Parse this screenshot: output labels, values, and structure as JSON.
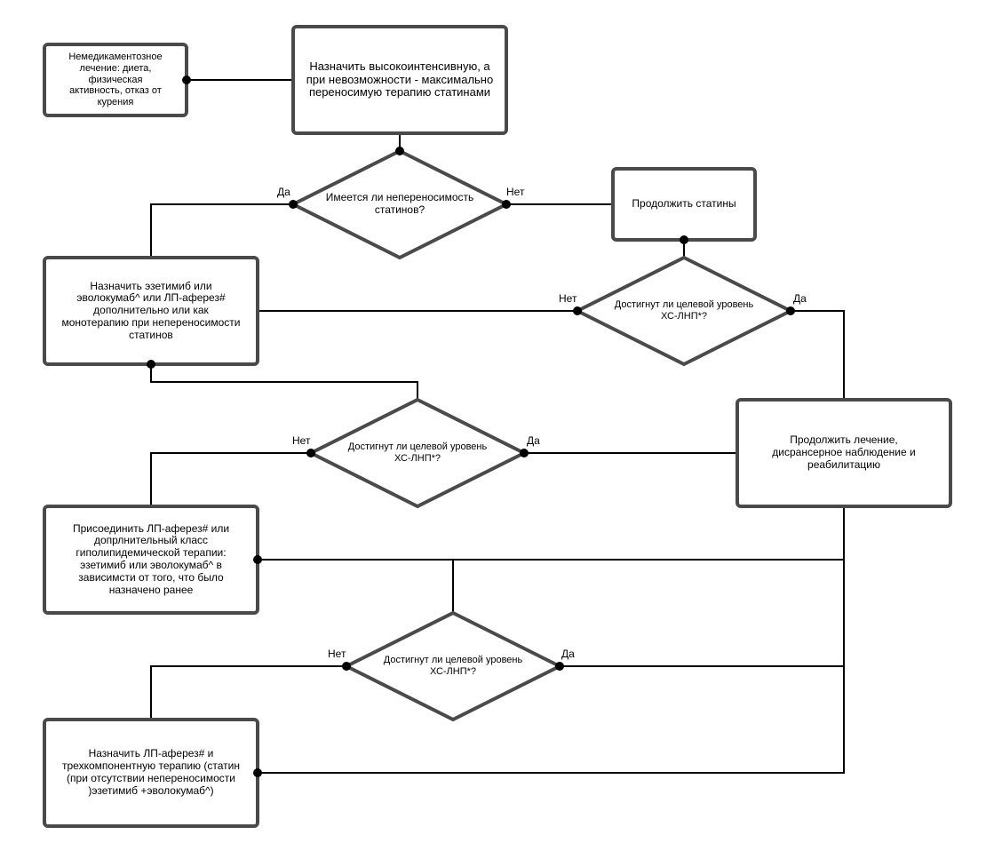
{
  "nodes": {
    "nondrug": "Немедикаментозное\nлечение: диета,\nфизическая\nактивность, отказ от\nкурения",
    "statins": "Назначить высокоинтенсивную, а\nпри невозможности - максимально\nпереносимую терапию статинами",
    "intolerance_q": "Имеется ли непереносимость\nстатинов?",
    "continue_statins": "Продолжить статины",
    "ezetimibe": "Назначить эзетимиб или\nэволокумаб^ или ЛП-аферез#\nдополнительно или как\nмонотерапию при непереносимости\nстатинов",
    "target_q1": "Достигнут ли целевой уровень\nХС-ЛНП*?",
    "target_q2": "Достигнут ли целевой уровень\nХС-ЛНП*?",
    "continue_treatment": "Продолжить лечение,\nдисрансерное наблюдение и\nреабилитацию",
    "add_class": "Присоединить ЛП-аферез# или\nдопрлнительный класс\nгиполипидемической терапии:\nэзетимиб или эволокумаб^ в\nзависимсти от того, что было\nназначено ранее",
    "target_q3": "Достигнут ли целевой уровень\nХС-ЛНП*?",
    "triple": "Назначить ЛП-аферез# и\nтрехкомпонентную терапию (статин\n(при отсутствии непереносимости\n)эзетимиб +эволокумаб^)"
  },
  "labels": {
    "yes": "Да",
    "no": "Нет"
  },
  "colors": {
    "box_stroke": "#4a4a4a",
    "edge": "#000000",
    "background": "#ffffff"
  }
}
